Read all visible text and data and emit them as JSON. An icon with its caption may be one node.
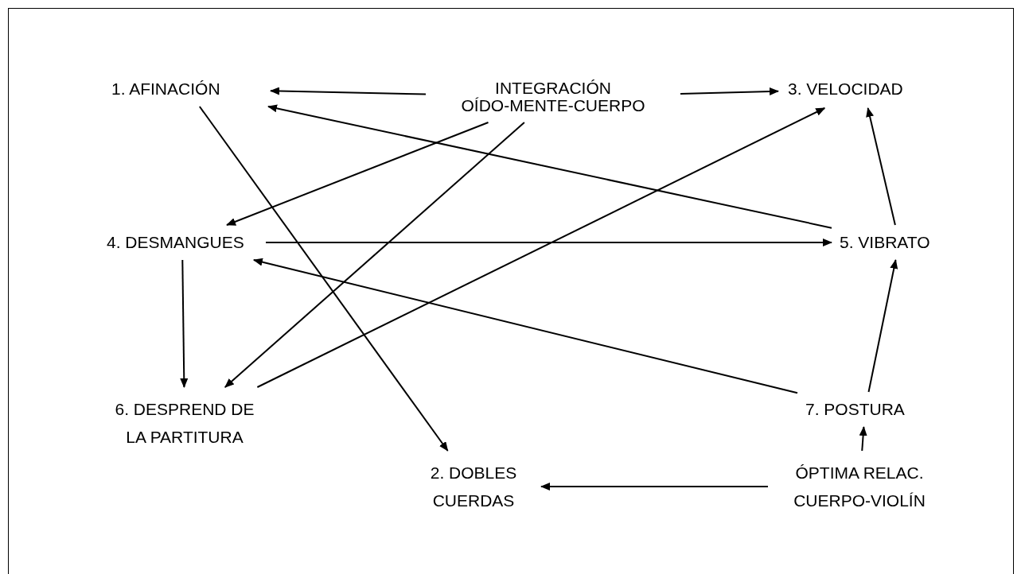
{
  "diagram": {
    "nodes": [
      {
        "text": [
          "1. AFINACIÓN"
        ]
      },
      {
        "text": [
          "INTEGRACIÓN OÍDO-MENTE-CUERPO"
        ]
      },
      {
        "text": [
          "3. VELOCIDAD"
        ]
      },
      {
        "text": [
          "4. DESMANGUES"
        ]
      },
      {
        "text": [
          "5. VIBRATO"
        ]
      },
      {
        "text": [
          "6. DESPREND DE LA PARTITURA"
        ]
      },
      {
        "text": [
          "7. POSTURA"
        ]
      },
      {
        "text": [
          "2. DOBLES CUERDAS"
        ]
      },
      {
        "text": [
          "ÓPTIMA RELAC. CUERPO-VIOLÍN"
        ]
      }
    ],
    "edges": [
      {
        "from": 1,
        "to": 0,
        "arrow": "to"
      },
      {
        "from": 1,
        "to": 2,
        "arrow": "to"
      },
      {
        "from": 1,
        "to": 3,
        "arrow": "to"
      },
      {
        "from": 1,
        "to": 5,
        "arrow": "to"
      },
      {
        "from": 0,
        "to": 7,
        "arrow": "to"
      },
      {
        "from": 4,
        "to": 0,
        "arrow": "to"
      },
      {
        "from": 4,
        "to": 2,
        "arrow": "to"
      },
      {
        "from": 3,
        "to": 4,
        "arrow": "to"
      },
      {
        "from": 6,
        "to": 3,
        "arrow": "to"
      },
      {
        "from": 6,
        "to": 4,
        "arrow": "to"
      },
      {
        "from": 5,
        "to": 2,
        "arrow": "to"
      },
      {
        "from": 3,
        "to": 5,
        "arrow": "to"
      },
      {
        "from": 8,
        "to": 6,
        "arrow": "to"
      },
      {
        "from": 8,
        "to": 7,
        "arrow": "to"
      }
    ]
  }
}
